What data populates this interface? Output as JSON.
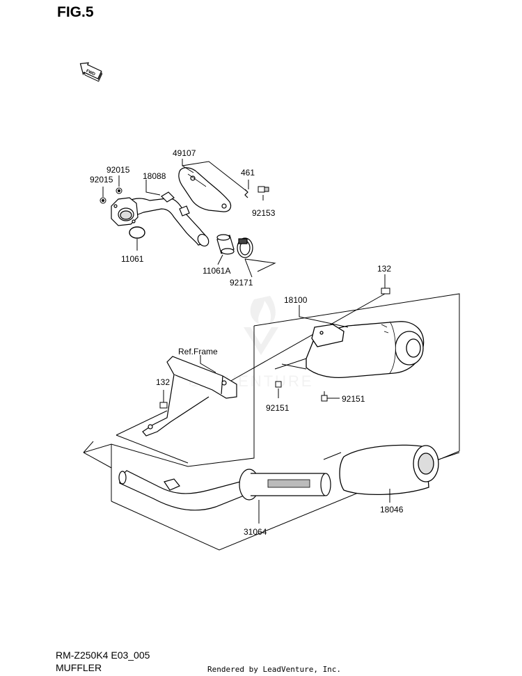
{
  "figure": {
    "title": "FIG.5",
    "code": "RM-Z250K4 E03_005",
    "name": "MUFFLER",
    "rendered_by": "Rendered by LeadVenture, Inc.",
    "fwd_label": "FWD",
    "watermark": "LEADVENTURE"
  },
  "callouts": {
    "p49107": "49107",
    "p92015a": "92015",
    "p92015b": "92015",
    "p18088": "18088",
    "p461": "461",
    "p92153": "92153",
    "p11061": "11061",
    "p11061a": "11061A",
    "p92171": "92171",
    "p132a": "132",
    "p18100": "18100",
    "ref_frame": "Ref.Frame",
    "p132b": "132",
    "p92151a": "92151",
    "p92151b": "92151",
    "p18046": "18046",
    "p31064": "31064"
  }
}
